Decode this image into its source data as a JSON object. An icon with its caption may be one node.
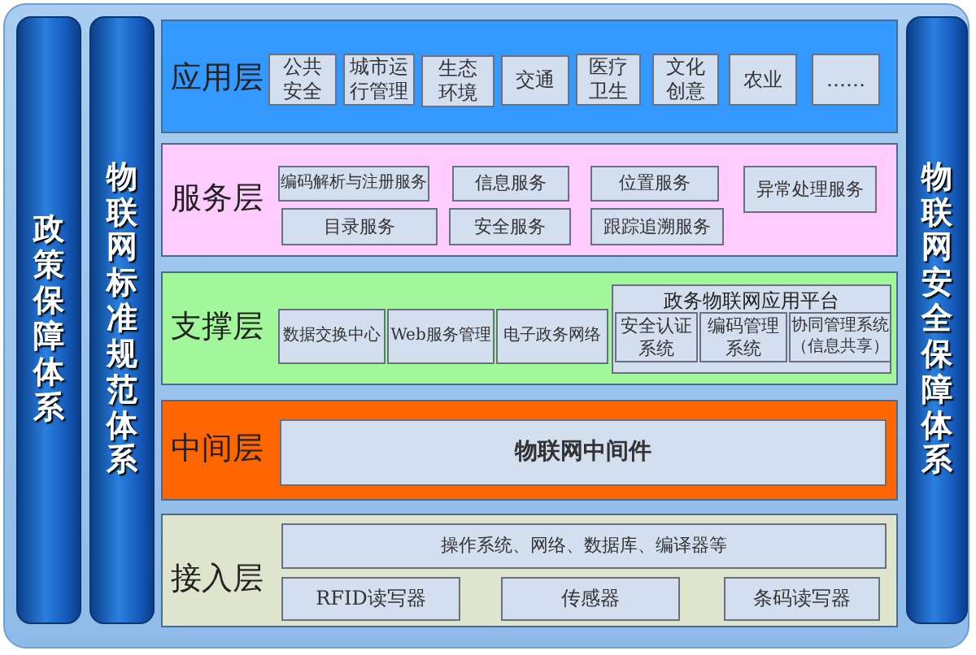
{
  "diagram": {
    "nodes": [
      {
        "text": [
          "政策保障体系"
        ]
      },
      {
        "text": [
          "物联网标准规范体系"
        ]
      },
      {
        "text": [
          "应用层"
        ]
      },
      {
        "text": [
          "公共安全"
        ],
        "in": 2
      },
      {
        "text": [
          "城市运行管理"
        ],
        "in": 2
      },
      {
        "text": [
          "生态环境"
        ],
        "in": 2
      },
      {
        "text": [
          "交通"
        ],
        "in": 2
      },
      {
        "text": [
          "医疗卫生"
        ],
        "in": 2
      },
      {
        "text": [
          "文化创意"
        ],
        "in": 2
      },
      {
        "text": [
          "农业"
        ],
        "in": 2
      },
      {
        "text": [
          "……"
        ],
        "in": 2
      },
      {
        "text": [
          "服务层"
        ]
      },
      {
        "text": [
          "编码解析与注册服务"
        ],
        "in": 11
      },
      {
        "text": [
          "信息服务"
        ],
        "in": 11
      },
      {
        "text": [
          "位置服务"
        ],
        "in": 11
      },
      {
        "text": [
          "异常处理服务"
        ],
        "in": 11
      },
      {
        "text": [
          "目录服务"
        ],
        "in": 11
      },
      {
        "text": [
          "安全服务"
        ],
        "in": 11
      },
      {
        "text": [
          "跟踪追溯服务"
        ],
        "in": 11
      },
      {
        "text": [
          "支撑层"
        ]
      },
      {
        "text": [
          "数据交换中心"
        ],
        "in": 19
      },
      {
        "text": [
          "Web服务管理"
        ],
        "in": 19
      },
      {
        "text": [
          "电子政务网络"
        ],
        "in": 19
      },
      {
        "text": [
          "政务物联网应用平台"
        ],
        "in": 19
      },
      {
        "text": [
          "安全认证系统"
        ],
        "in": 23
      },
      {
        "text": [
          "编码管理系统"
        ],
        "in": 23
      },
      {
        "text": [
          "协同管理系统（信息共享）"
        ],
        "in": 23
      },
      {
        "text": [
          "中间层"
        ]
      },
      {
        "text": [
          "物联网中间件"
        ],
        "in": 27
      },
      {
        "text": [
          "接入层"
        ]
      },
      {
        "text": [
          "操作系统、网络、数据库、编译器等"
        ],
        "in": 29
      },
      {
        "text": [
          "RFID读写器"
        ],
        "in": 29
      },
      {
        "text": [
          "传感器"
        ],
        "in": 29
      },
      {
        "text": [
          "条码读写器"
        ],
        "in": 29
      },
      {
        "text": [
          "物联网安全保障体系"
        ]
      }
    ]
  }
}
